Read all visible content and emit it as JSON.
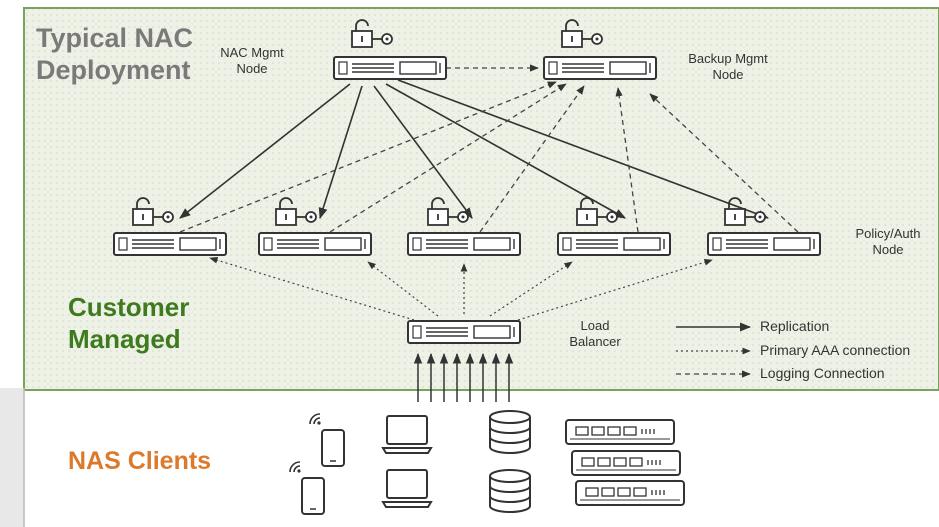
{
  "titles": {
    "deployment_line1": "Typical NAC",
    "deployment_line2": "Deployment",
    "customer_line1": "Customer",
    "customer_line2": "Managed",
    "nas_clients": "NAS Clients"
  },
  "nodes": {
    "nac_mgmt_line1": "NAC Mgmt",
    "nac_mgmt_line2": "Node",
    "backup_mgmt_line1": "Backup Mgmt",
    "backup_mgmt_line2": "Node",
    "policy_auth_line1": "Policy/Auth",
    "policy_auth_line2": "Node",
    "load_balancer_line1": "Load",
    "load_balancer_line2": "Balancer"
  },
  "legend": {
    "replication": "Replication",
    "primary_aaa": "Primary AAA connection",
    "logging": "Logging Connection"
  },
  "colors": {
    "zone_bg": "#eef1e6",
    "zone_border": "#7aa25a",
    "customer_green": "#3e7a1e",
    "nas_orange": "#dd7a2a",
    "title_gray": "#7a7a7a",
    "line": "#333333"
  },
  "icons": [
    "server-icon",
    "lock-icon",
    "key-icon",
    "smartphone-icon",
    "wifi-icon",
    "laptop-icon",
    "database-icon",
    "network-switch-icon"
  ]
}
